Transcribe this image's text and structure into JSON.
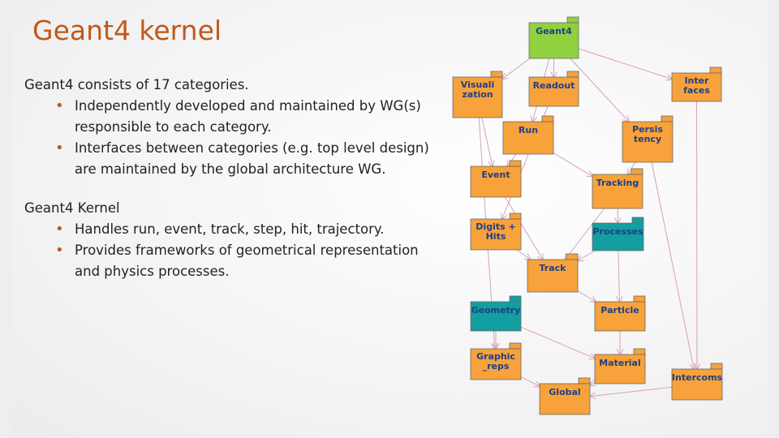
{
  "title": "Geant4 kernel",
  "section1": {
    "heading": "Geant4 consists of 17 categories.",
    "bullets": [
      [
        "Independently developed and maintained by WG(s)",
        "responsible to each category."
      ],
      [
        "Interfaces between categories (e.g. top level design)",
        "are maintained by the global architecture WG."
      ]
    ]
  },
  "section2": {
    "heading": "Geant4 Kernel",
    "bullets": [
      [
        "Handles run, event, track, step, hit, trajectory."
      ],
      [
        "Provides frameworks of geometrical representation",
        "and physics processes."
      ]
    ]
  },
  "colors": {
    "title": "#c0591a",
    "root": "#8fd13f",
    "category": "#f7a23a",
    "kernel": "#139ea0",
    "label": "#1e3f8a",
    "arrow": "#d8a0b8"
  },
  "diagram": {
    "nodes": [
      {
        "id": "geant4",
        "lines": [
          "Geant4"
        ],
        "color": "root"
      },
      {
        "id": "visualization",
        "lines": [
          "Visuali",
          "zation"
        ],
        "color": "category"
      },
      {
        "id": "readout",
        "lines": [
          "Readout"
        ],
        "color": "category"
      },
      {
        "id": "interfaces",
        "lines": [
          "Inter",
          "faces"
        ],
        "color": "category"
      },
      {
        "id": "run",
        "lines": [
          "Run"
        ],
        "color": "category"
      },
      {
        "id": "persistency",
        "lines": [
          "Persis",
          "tency"
        ],
        "color": "category"
      },
      {
        "id": "event",
        "lines": [
          "Event"
        ],
        "color": "category"
      },
      {
        "id": "tracking",
        "lines": [
          "Tracking"
        ],
        "color": "category"
      },
      {
        "id": "digits-hits",
        "lines": [
          "Digits +",
          "Hits"
        ],
        "color": "category"
      },
      {
        "id": "processes",
        "lines": [
          "Processes"
        ],
        "color": "kernel"
      },
      {
        "id": "track",
        "lines": [
          "Track"
        ],
        "color": "category"
      },
      {
        "id": "geometry",
        "lines": [
          "Geometry"
        ],
        "color": "kernel"
      },
      {
        "id": "particle",
        "lines": [
          "Particle"
        ],
        "color": "category"
      },
      {
        "id": "graphic-reps",
        "lines": [
          "Graphic",
          "_reps"
        ],
        "color": "category"
      },
      {
        "id": "material",
        "lines": [
          "Material"
        ],
        "color": "category"
      },
      {
        "id": "intercoms",
        "lines": [
          "Intercoms"
        ],
        "color": "category"
      },
      {
        "id": "global",
        "lines": [
          "Global"
        ],
        "color": "category"
      }
    ],
    "edges": [
      [
        "geant4",
        "visualization"
      ],
      [
        "geant4",
        "readout"
      ],
      [
        "geant4",
        "interfaces"
      ],
      [
        "geant4",
        "run"
      ],
      [
        "geant4",
        "persistency"
      ],
      [
        "visualization",
        "event"
      ],
      [
        "run",
        "event"
      ],
      [
        "readout",
        "digits-hits"
      ],
      [
        "run",
        "tracking"
      ],
      [
        "persistency",
        "tracking"
      ],
      [
        "persistency",
        "intercoms"
      ],
      [
        "interfaces",
        "intercoms"
      ],
      [
        "event",
        "track"
      ],
      [
        "tracking",
        "track"
      ],
      [
        "tracking",
        "processes"
      ],
      [
        "digits-hits",
        "track"
      ],
      [
        "processes",
        "track"
      ],
      [
        "processes",
        "particle"
      ],
      [
        "track",
        "particle"
      ],
      [
        "geometry",
        "material"
      ],
      [
        "geometry",
        "graphic-reps"
      ],
      [
        "particle",
        "material"
      ],
      [
        "material",
        "global"
      ],
      [
        "graphic-reps",
        "global"
      ],
      [
        "intercoms",
        "global"
      ],
      [
        "visualization",
        "graphic-reps"
      ]
    ]
  }
}
